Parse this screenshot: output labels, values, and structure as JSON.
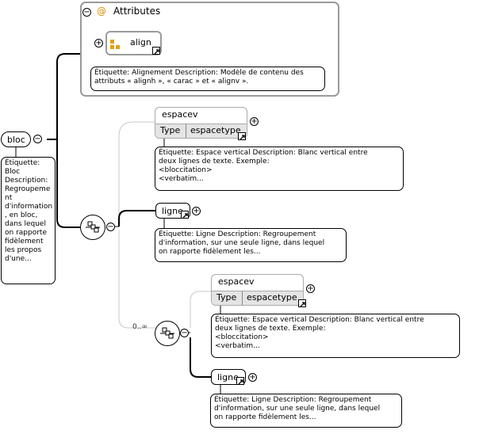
{
  "attributes": {
    "title": "Attributes",
    "at_symbol": "@",
    "collapse_symbol": "−",
    "attr": {
      "name": "align",
      "expand_symbol": "+"
    },
    "note": [
      "Étiquette: Alignement Description: Modèle de contenu des",
      "attributs « alignh », « carac » et « alignv »."
    ]
  },
  "root": {
    "name": "bloc",
    "collapse_symbol": "−",
    "note": [
      "Étiquette:",
      "Bloc",
      "Description:",
      "Regroupeme",
      "nt",
      "d'information",
      ", en bloc,",
      "dans lequel",
      "on rapporte",
      "fidèlement",
      "les propos",
      "d'une..."
    ]
  },
  "sequence_main": {
    "collapse_symbol": "−"
  },
  "espacev_1": {
    "name": "espacev",
    "type_label": "Type",
    "type_value": "espacetype",
    "expand_symbol": "+",
    "note": [
      "Étiquette: Espace vertical Description: Blanc vertical entre",
      "deux lignes de texte. Exemple:",
      "<bloccitation>",
      "<verbatim..."
    ]
  },
  "ligne_1": {
    "name": "ligne",
    "expand_symbol": "+",
    "note": [
      "Étiquette: Ligne Description: Regroupement",
      "d'information, sur une seule ligne, dans lequel",
      "on rapporte fidèlement les..."
    ]
  },
  "sequence_repeat": {
    "cardinality": "0..∞",
    "collapse_symbol": "−"
  },
  "espacev_2": {
    "name": "espacev",
    "type_label": "Type",
    "type_value": "espacetype",
    "expand_symbol": "+",
    "note": [
      "Étiquette: Espace vertical Description: Blanc vertical entre",
      "deux lignes de texte. Exemple:",
      "<bloccitation>",
      "<verbatim..."
    ]
  },
  "ligne_2": {
    "name": "ligne",
    "expand_symbol": "+",
    "note": [
      "Étiquette: Ligne Description: Regroupement",
      "d'information, sur une seule ligne, dans lequel",
      "on rapporte fidèlement les..."
    ]
  },
  "colors": {
    "connector": "#000000",
    "gray_connector": "#c8c8c8",
    "attr_icon": "#e0a010",
    "at_sign": "#e08a00"
  }
}
